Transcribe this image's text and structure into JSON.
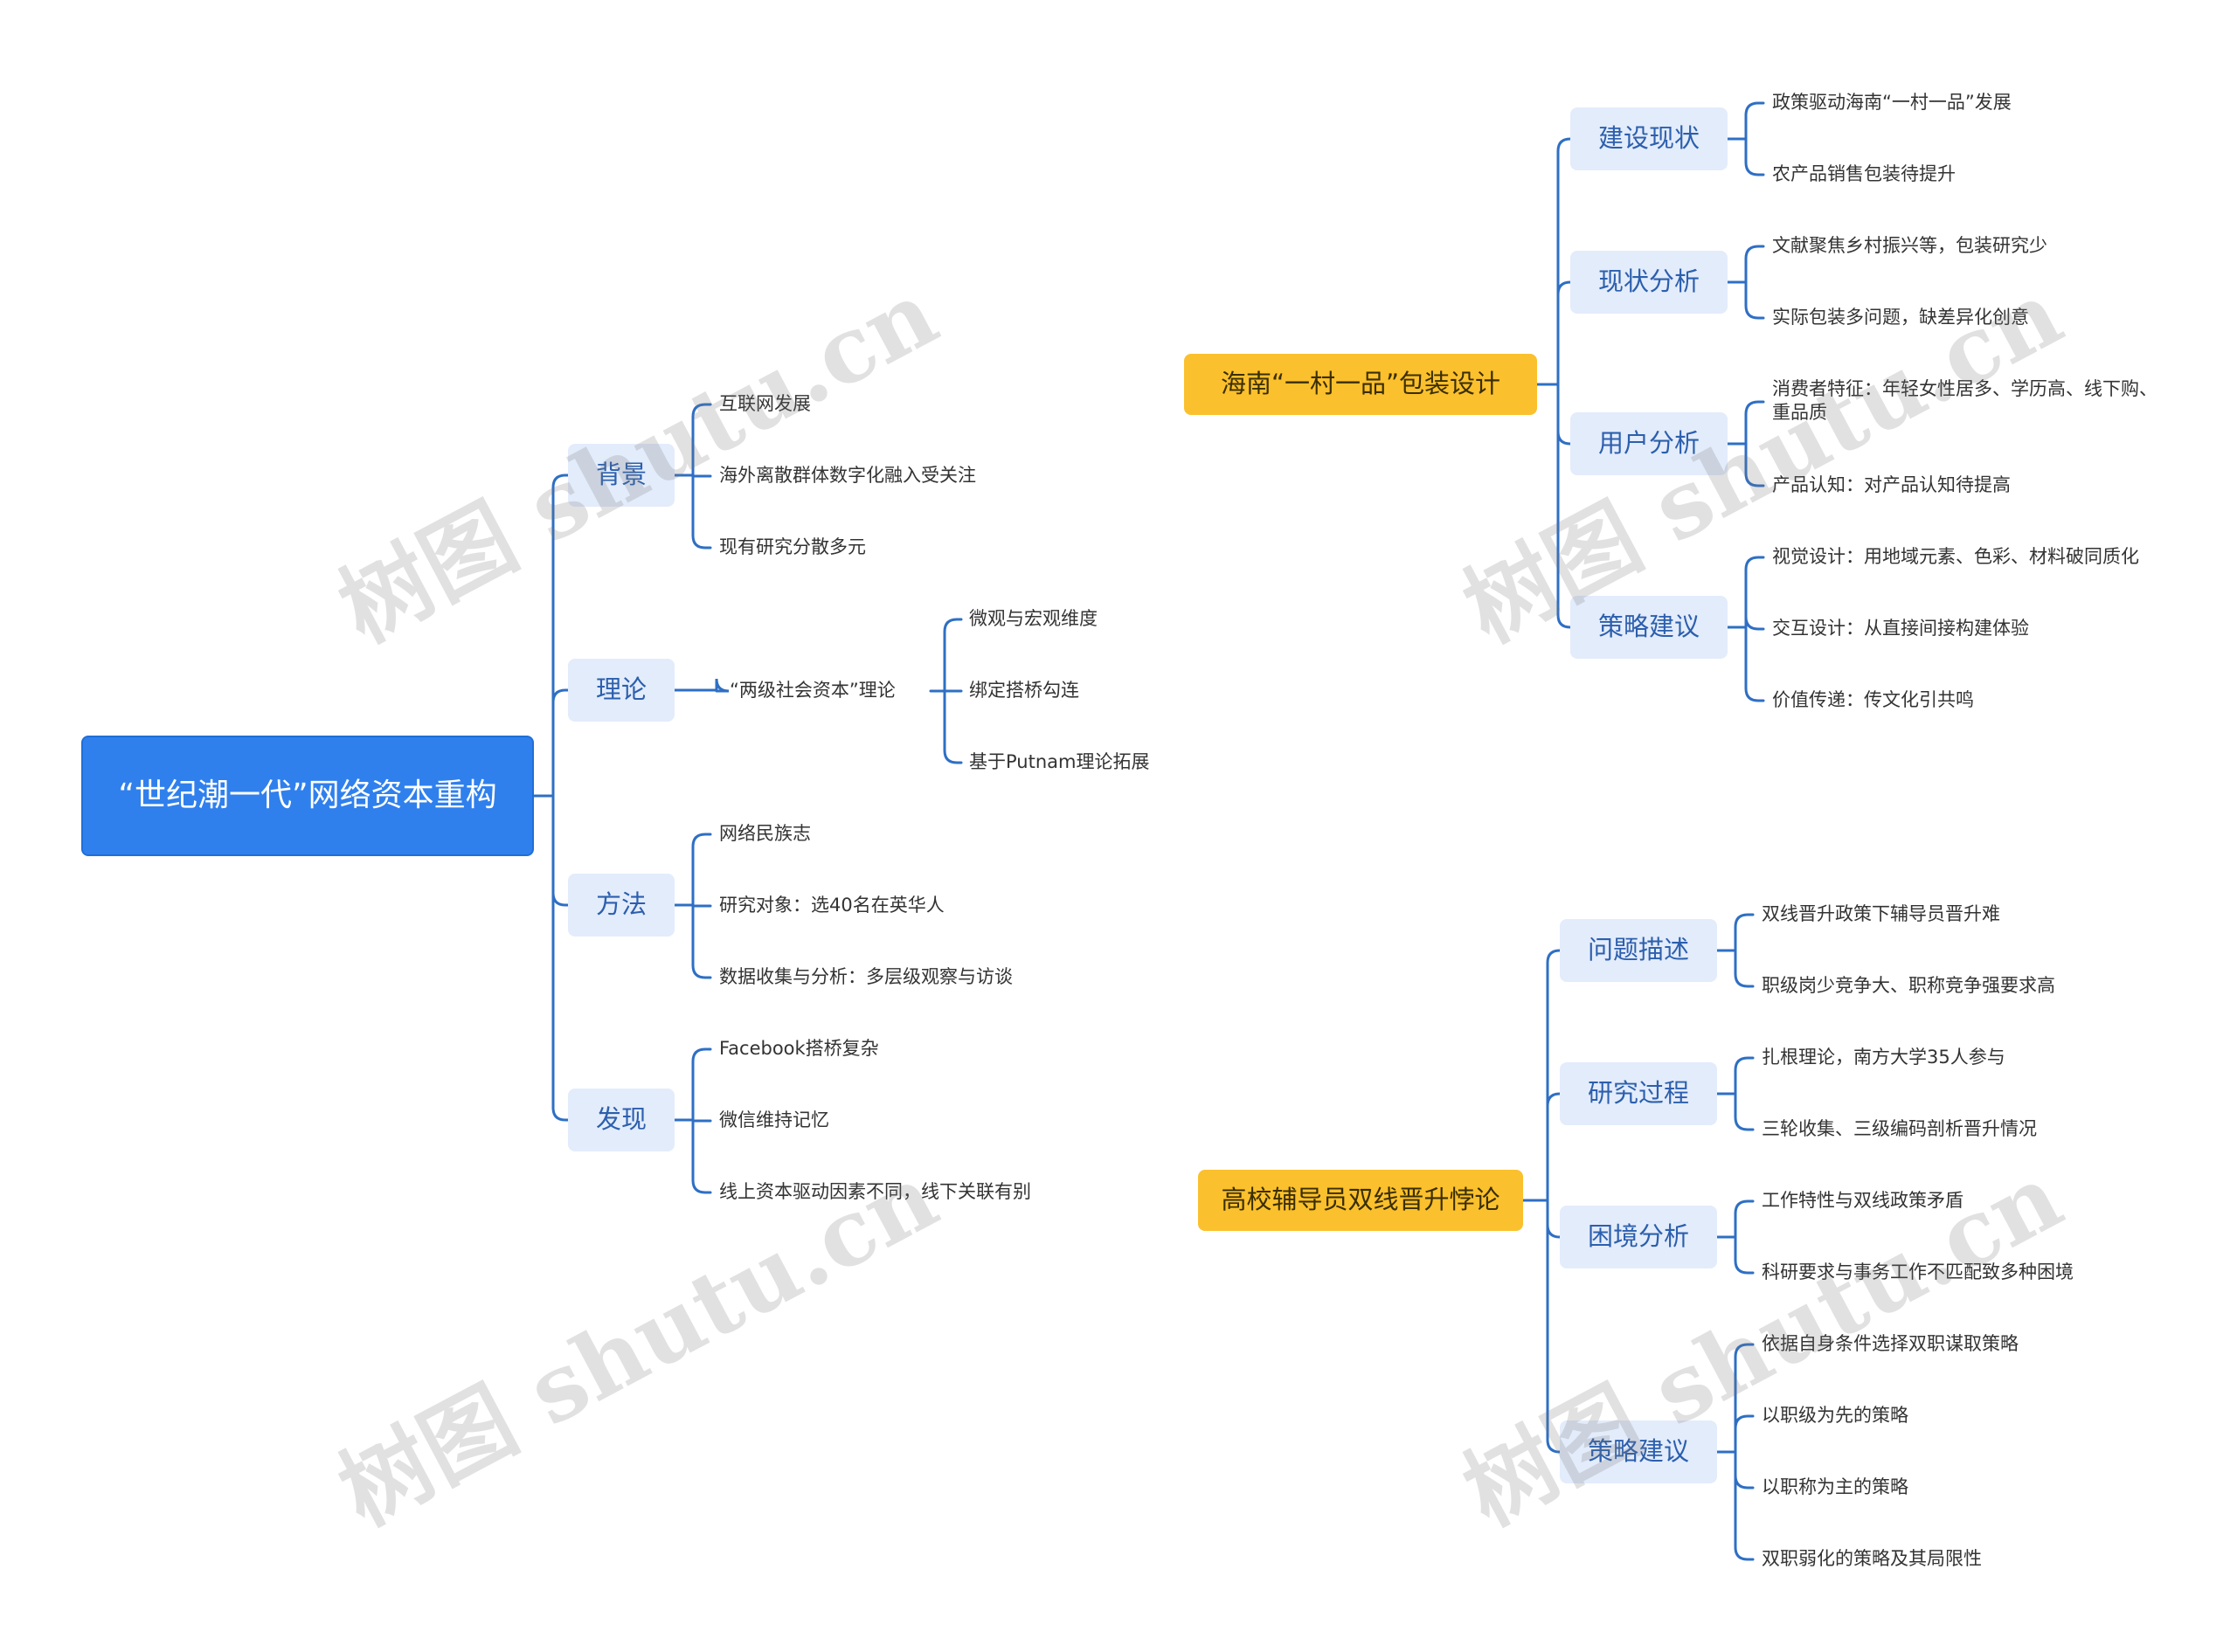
{
  "mindmap1": {
    "root": "“世纪潮一代”网络资本重构",
    "branches": {
      "bg": {
        "label": "背景",
        "leaves": [
          "互联网发展",
          "海外离散群体数字化融入受关注",
          "现有研究分散多元"
        ]
      },
      "theory": {
        "label": "理论",
        "mid": "“两级社会资本”理论",
        "leaves": [
          "微观与宏观维度",
          "绑定搭桥勾连",
          "基于Putnam理论拓展"
        ]
      },
      "method": {
        "label": "方法",
        "leaves": [
          "网络民族志",
          "研究对象：选40名在英华人",
          "数据收集与分析：多层级观察与访谈"
        ]
      },
      "find": {
        "label": "发现",
        "leaves": [
          "Facebook搭桥复杂",
          "微信维持记忆",
          "线上资本驱动因素不同，线下关联有别"
        ]
      }
    }
  },
  "mindmap2": {
    "root": "海南“一村一品”包装设计",
    "branches": {
      "status": {
        "label": "建设现状",
        "leaves": [
          "政策驱动海南“一村一品”发展",
          "农产品销售包装待提升"
        ]
      },
      "analysis": {
        "label": "现状分析",
        "leaves": [
          "文献聚焦乡村振兴等，包装研究少",
          "实际包装多问题，缺差异化创意"
        ]
      },
      "user": {
        "label": "用户分析",
        "leaves": [
          "消费者特征：年轻女性居多、学历高、线下购、重品质",
          "产品认知：对产品认知待提高"
        ]
      },
      "strategy": {
        "label": "策略建议",
        "leaves": [
          "视觉设计：用地域元素、色彩、材料破同质化",
          "交互设计：从直接间接构建体验",
          "价值传递：传文化引共鸣"
        ]
      }
    }
  },
  "mindmap3": {
    "root": "高校辅导员双线晋升悖论",
    "branches": {
      "problem": {
        "label": "问题描述",
        "leaves": [
          "双线晋升政策下辅导员晋升难",
          "职级岗少竞争大、职称竞争强要求高"
        ]
      },
      "process": {
        "label": "研究过程",
        "leaves": [
          "扎根理论，南方大学35人参与",
          "三轮收集、三级编码剖析晋升情况"
        ]
      },
      "dilemma": {
        "label": "困境分析",
        "leaves": [
          "工作特性与双线政策矛盾",
          "科研要求与事务工作不匹配致多种困境"
        ]
      },
      "strategy": {
        "label": "策略建议",
        "leaves": [
          "依据自身条件选择双职谋取策略",
          "以职级为先的策略",
          "以职称为主的策略",
          "双职弱化的策略及其局限性"
        ]
      }
    }
  },
  "watermark": "树图 shutu.cn",
  "colors": {
    "line": "#2e6fc4",
    "root": "#2f80ed",
    "root2": "#fbc02d",
    "sub": "#e3ecfb"
  }
}
